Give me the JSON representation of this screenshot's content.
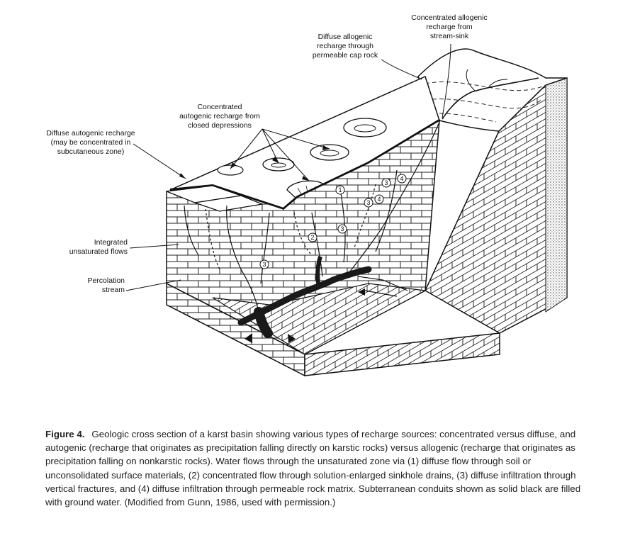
{
  "figure": {
    "label": "Figure 4.",
    "caption": "Geologic cross section of a karst basin showing various types of recharge sources: concentrated versus diffuse, and autogenic (recharge that originates as precipitation falling directly on karstic rocks) versus allogenic (recharge that originates as precipitation falling on nonkarstic rocks). Water flows through the unsaturated zone via (1) diffuse flow through soil or unconsolidated surface materials, (2) concentrated flow through solution-enlarged sinkhole drains, (3) diffuse infiltration through vertical fractures, and (4) diffuse infiltration through permeable rock matrix. Subterranean conduits shown as solid black are filled with ground water. (Modified from Gunn, 1986, used with permission.)"
  },
  "labels": {
    "concentrated_allogenic": [
      "Concentrated allogenic",
      "recharge from",
      "stream-sink"
    ],
    "diffuse_allogenic": [
      "Diffuse allogenic",
      "recharge through",
      "permeable cap rock"
    ],
    "concentrated_autogenic": [
      "Concentrated",
      "autogenic recharge from",
      "closed depressions"
    ],
    "diffuse_autogenic": [
      "Diffuse autogenic recharge",
      "(may be concentrated in",
      "subcutaneous zone)"
    ],
    "integrated_flows": [
      "Integrated",
      "unsaturated flows"
    ],
    "percolation_stream": [
      "Percolation",
      "stream"
    ]
  },
  "markers": [
    "1",
    "2",
    "3",
    "3",
    "3",
    "3",
    "4",
    "4"
  ]
}
